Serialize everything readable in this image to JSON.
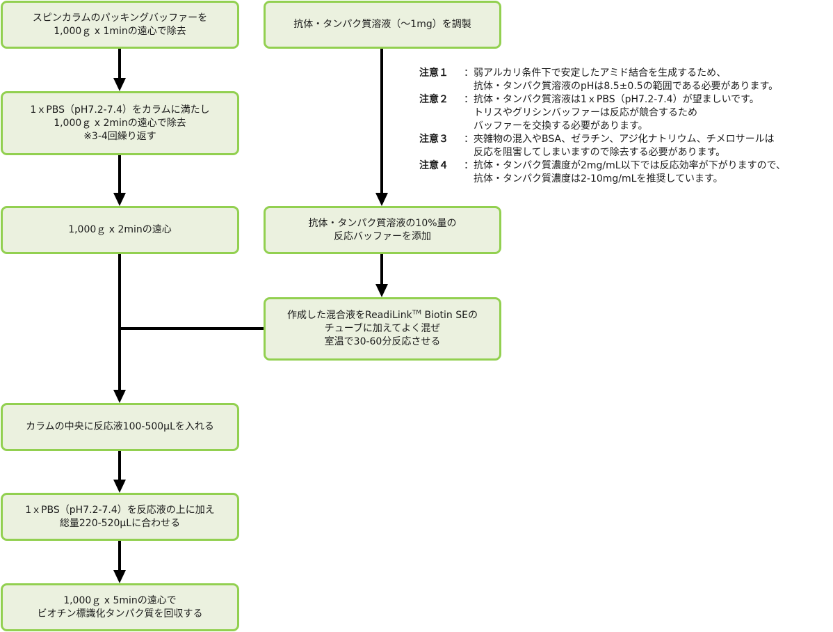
{
  "colors": {
    "box_fill": "#ebf1df",
    "box_border": "#92d050",
    "arrow": "#000000"
  },
  "boxes": {
    "spin_remove_buffer": [
      "スピンカラムのパッキングバッファーを",
      "1,000ｇ x 1minの遠心で除去"
    ],
    "pbs_wash": [
      "1ｘPBS（pH7.2-7.4）をカラムに満たし",
      "1,000ｇ x 2minの遠心で除去",
      "※3-4回繰り返す"
    ],
    "spin_2min": [
      "1,000ｇ x 2minの遠心"
    ],
    "prepare_antibody": [
      "抗体・タンパク質溶液（～1mg）を調製"
    ],
    "add_reaction_buffer": [
      "抗体・タンパク質溶液の10%量の",
      "反応バッファーを添加"
    ],
    "mix_biotin": {
      "line1_pre": "作成した混合液をReadiLink",
      "line1_sup": "TM",
      "line1_post": " Biotin SEの",
      "line2": "チューブに加えてよく混ぜ",
      "line3": "室温で30-60分反応させる"
    },
    "load_column": [
      "カラムの中央に反応液100-500µLを入れる"
    ],
    "add_pbs_top": [
      "1ｘPBS（pH7.2-7.4）を反応液の上に加え",
      "総量220-520µLに合わせる"
    ],
    "recover": [
      "1,000ｇ x 5minの遠心で",
      "ビオチン標識化タンパク質を回収する"
    ]
  },
  "notes": [
    {
      "label": "注意１",
      "sep": "：",
      "lines": [
        "弱アルカリ条件下で安定したアミド結合を生成するため、",
        "抗体・タンパク質溶液のpHは8.5±0.5の範囲である必要があります。"
      ]
    },
    {
      "label": "注意２",
      "sep": "：",
      "lines": [
        "抗体・タンパク質溶液は1ｘPBS（pH7.2-7.4）が望ましいです。",
        "トリスやグリシンバッファーは反応が競合するため",
        "バッファーを交換する必要があります。"
      ]
    },
    {
      "label": "注意３",
      "sep": "：",
      "lines": [
        "夾雑物の混入やBSA、ゼラチン、アジ化ナトリウム、チメロサールは",
        "反応を阻害してしまいますので除去する必要があります。"
      ]
    },
    {
      "label": "注意４",
      "sep": "：",
      "lines": [
        "抗体・タンパク質濃度が2mg/mL以下では反応効率が下がりますので、",
        "抗体・タンパク質濃度は2-10mg/mLを推奨しています。"
      ]
    }
  ]
}
